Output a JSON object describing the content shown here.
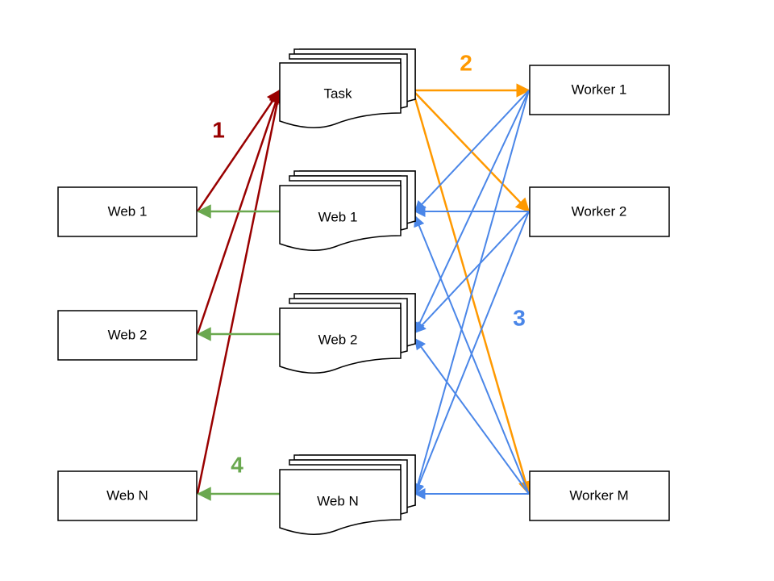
{
  "colors": {
    "step1": "#990000",
    "step2": "#ff9900",
    "step3": "#4a86e8",
    "step4": "#6aa84f",
    "box_stroke": "#000000"
  },
  "web_servers": [
    "Web 1",
    "Web 2",
    "Web N"
  ],
  "queues": {
    "task": "Task",
    "responses": [
      "Web 1",
      "Web 2",
      "Web N"
    ]
  },
  "workers": [
    "Worker 1",
    "Worker 2",
    "Worker M"
  ],
  "steps": {
    "one": "1",
    "two": "2",
    "three": "3",
    "four": "4"
  }
}
